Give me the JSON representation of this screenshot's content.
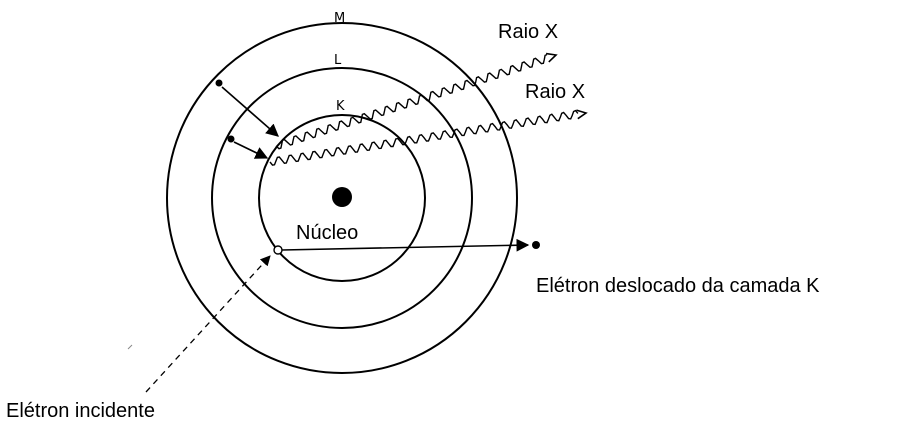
{
  "diagram": {
    "shells": {
      "k": "K",
      "l": "L",
      "m": "M"
    },
    "nucleus_label": "Núcleo",
    "xray_labels": [
      "Raio X",
      "Raio X"
    ],
    "ejected_electron_label": "Elétron deslocado da camada K",
    "incident_electron_label": "Elétron incidente"
  },
  "colors": {
    "ink": "#000000",
    "background": "#ffffff"
  }
}
